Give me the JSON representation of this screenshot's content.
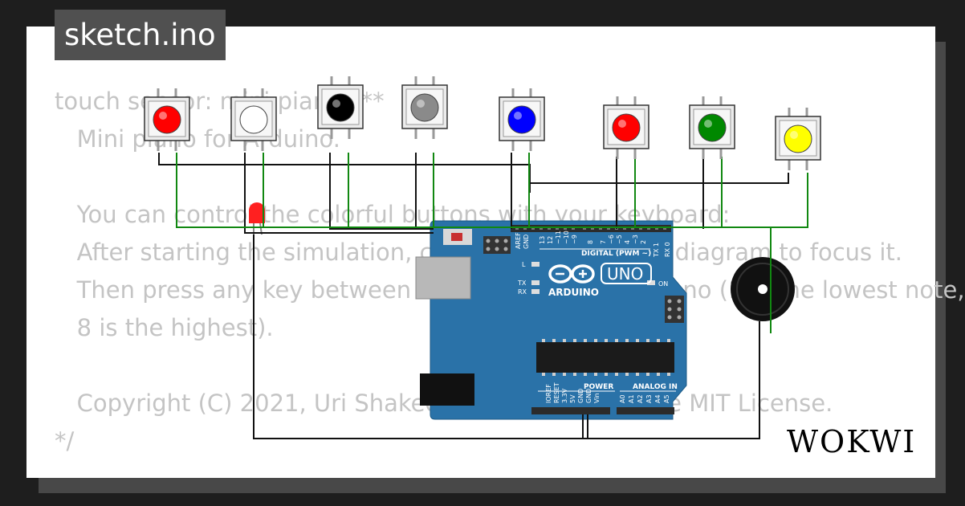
{
  "tab": {
    "title": "sketch.ino"
  },
  "code_lines": [
    "touch sensor: mini piano ***",
    "   Mini piano for Arduino.",
    "",
    "   You can control the colorful buttons with your keyboard:",
    "   After starting the simulation, click anywhere in the diagram to focus it.",
    "   Then press any key between 1 and 8 to play the piano (1 is the lowest note,",
    "   8 is the highest).",
    "",
    "   Copyright (C) 2021, Uri Shaked. Released under the MIT License.",
    "*/"
  ],
  "board": {
    "brand": "ARDUINO",
    "model": "UNO",
    "labels": {
      "digital": "DIGITAL (PWM ~)",
      "power": "POWER",
      "analog": "ANALOG IN",
      "on": "ON",
      "l": "L",
      "tx": "TX",
      "rx": "RX",
      "aref": "AREF",
      "gnd": "GND",
      "pins_digital": [
        "13",
        "12",
        "~11",
        "~10",
        "~9",
        "8",
        "7",
        "~6",
        "~5",
        "4",
        "~3",
        "2",
        "TX 1",
        "RX 0"
      ],
      "pins_power": [
        "IOREF",
        "RESET",
        "3.3V",
        "5V",
        "GND",
        "GND",
        "Vin"
      ],
      "pins_analog": [
        "A0",
        "A1",
        "A2",
        "A3",
        "A4",
        "A5"
      ]
    }
  },
  "buttons": [
    {
      "name": "red",
      "color": "#ff0000"
    },
    {
      "name": "white",
      "color": "#ffffff"
    },
    {
      "name": "black",
      "color": "#000000"
    },
    {
      "name": "grey",
      "color": "#8a8a8a"
    },
    {
      "name": "blue",
      "color": "#0000ff"
    },
    {
      "name": "red",
      "color": "#ff0000"
    },
    {
      "name": "green",
      "color": "#008800"
    },
    {
      "name": "yellow",
      "color": "#ffff00"
    }
  ],
  "colors": {
    "board": "#2a72a8",
    "wire_black": "#111111",
    "wire_green": "#118811",
    "led": "#ff2020"
  },
  "watermark": "WOKWI"
}
